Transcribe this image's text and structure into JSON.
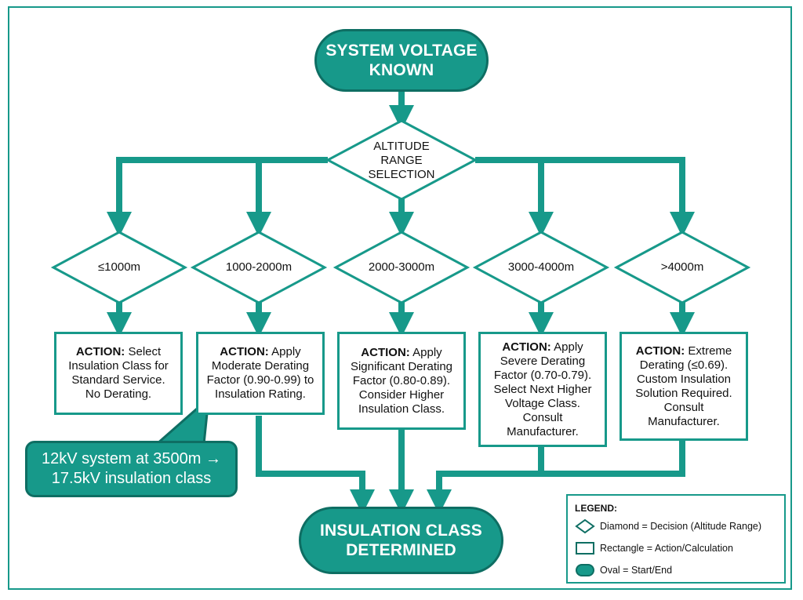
{
  "start": {
    "line1": "SYSTEM VOLTAGE",
    "line2": "KNOWN"
  },
  "decision": {
    "line1": "ALTITUDE",
    "line2": "RANGE",
    "line3": "SELECTION"
  },
  "ranges": [
    "≤1000m",
    "1000-2000m",
    "2000-3000m",
    "3000-4000m",
    ">4000m"
  ],
  "actions": [
    {
      "label": "ACTION:",
      "lines": [
        " Select",
        "Insulation Class for",
        "Standard Service.",
        "No Derating."
      ]
    },
    {
      "label": "ACTION:",
      "lines": [
        " Apply",
        "Moderate Derating",
        "Factor (0.90-0.99) to",
        "Insulation Rating."
      ]
    },
    {
      "label": "ACTION:",
      "lines": [
        " Apply",
        "Significant Derating",
        "Factor (0.80-0.89).",
        "Consider Higher",
        "Insulation Class."
      ]
    },
    {
      "label": "ACTION:",
      "lines": [
        " Apply",
        "Severe Derating",
        "Factor (0.70-0.79).",
        "Select Next Higher",
        "Voltage Class.",
        "Consult",
        "Manufacturer."
      ]
    },
    {
      "label": "ACTION:",
      "lines": [
        " Extreme",
        "Derating (≤0.69).",
        "Custom Insulation",
        "Solution Required.",
        "Consult",
        "Manufacturer."
      ]
    }
  ],
  "callout": {
    "line1": "12kV system at 3500m →",
    "line2": "17.5kV insulation class"
  },
  "end": {
    "line1": "INSULATION CLASS",
    "line2": "DETERMINED"
  },
  "legend": {
    "title": "LEGEND:",
    "diamond": "Diamond = Decision (Altitude Range)",
    "rectangle": "Rectangle = Action/Calculation",
    "oval": "Oval = Start/End"
  },
  "colors": {
    "teal": "#17998a",
    "teal_dark": "#0e6e63"
  }
}
